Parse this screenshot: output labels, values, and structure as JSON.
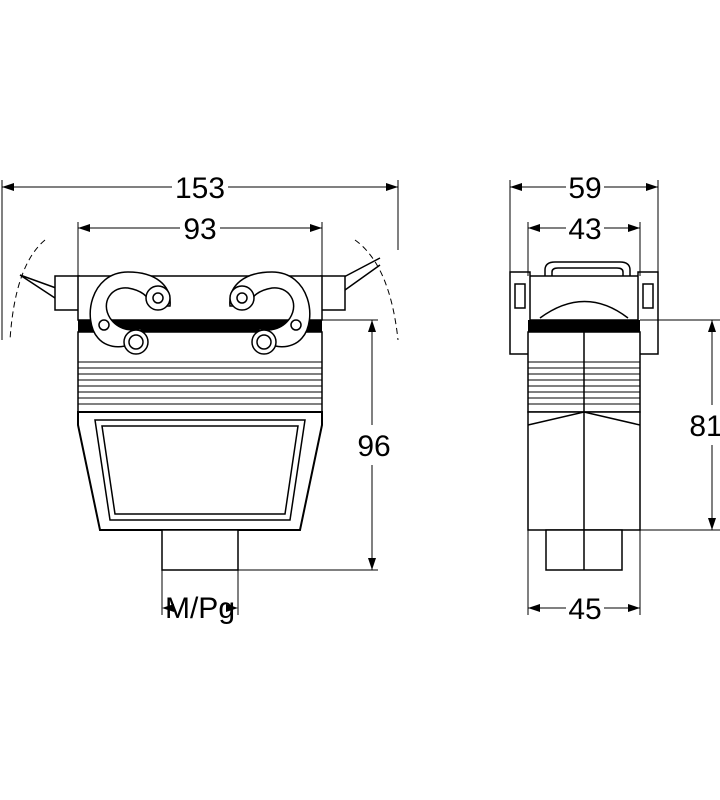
{
  "dimensions": {
    "overall_width": "153",
    "lever_width": "93",
    "height_front": "96",
    "cable_entry": "M/Pg",
    "side_depth": "59",
    "side_lever": "43",
    "height_side": "81",
    "side_base": "45"
  }
}
